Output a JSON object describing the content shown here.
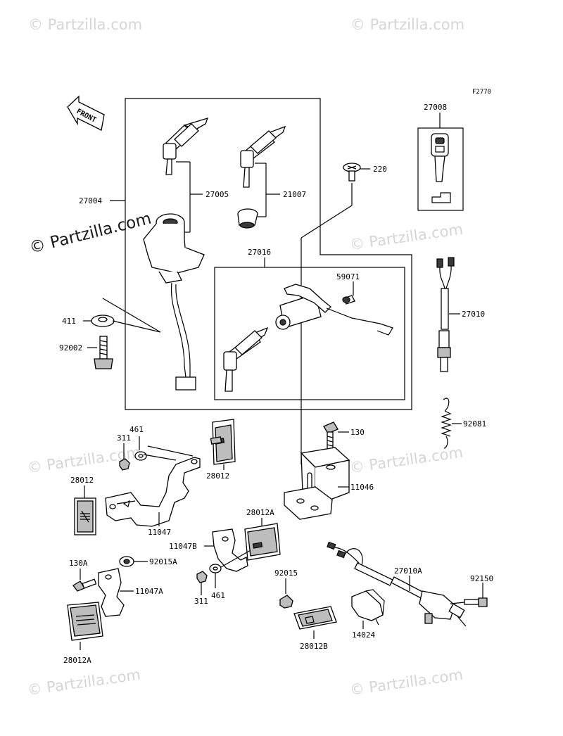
{
  "figure_code": "F2770",
  "front_label": "FRONT",
  "watermark": "© Partzilla.com",
  "parts": {
    "p27004": "27004",
    "p27005": "27005",
    "p21007": "21007",
    "p220": "220",
    "p27008": "27008",
    "p27016": "27016",
    "p59071": "59071",
    "p411": "411",
    "p92002": "92002",
    "p27010": "27010",
    "p92081": "92081",
    "p130": "130",
    "p11046": "11046",
    "p461a": "461",
    "p311a": "311",
    "p28012a": "28012",
    "p28012b": "28012",
    "p11047": "11047",
    "p28012A_top": "28012A",
    "p11047B": "11047B",
    "p130A": "130A",
    "p92015A": "92015A",
    "p11047A": "11047A",
    "p92015": "92015",
    "p27010A": "27010A",
    "p92150": "92150",
    "p311b": "311",
    "p461b": "461",
    "p28012A_bottom": "28012A",
    "p28012B": "28012B",
    "p14024": "14024"
  }
}
